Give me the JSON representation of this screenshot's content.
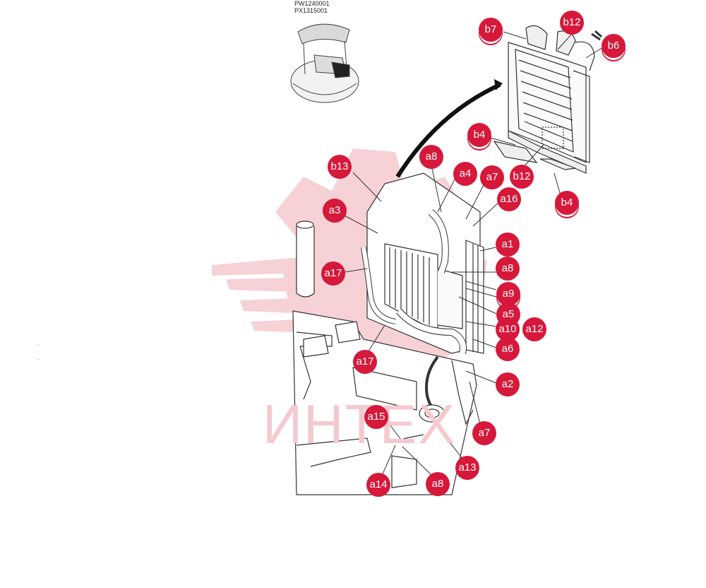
{
  "header": {
    "codes": [
      "PW1240001",
      "PX1315001"
    ]
  },
  "watermark": {
    "text": "ИНТЕХ",
    "color": "#f5c9cf"
  },
  "colors": {
    "callout": "#d6183a",
    "line": "#333333"
  },
  "callouts": {
    "b7": "b7",
    "b12_top": "b12",
    "b6": "b6",
    "b4_left": "b4",
    "b12_bottom": "b12",
    "b4_bottom": "b4",
    "b13": "b13",
    "a8_top": "a8",
    "a4": "a4",
    "a7_top": "a7",
    "a16": "a16",
    "a3": "a3",
    "a1": "a1",
    "a17_left": "a17",
    "a8_mid": "a8",
    "a9": "a9",
    "a5": "a5",
    "a10": "a10",
    "a12": "a12",
    "a6": "a6",
    "a17_bottom": "a17",
    "a2": "a2",
    "a15": "a15",
    "a7_bottom": "a7",
    "a13": "a13",
    "a14": "a14",
    "a8_bottom": "a8"
  }
}
